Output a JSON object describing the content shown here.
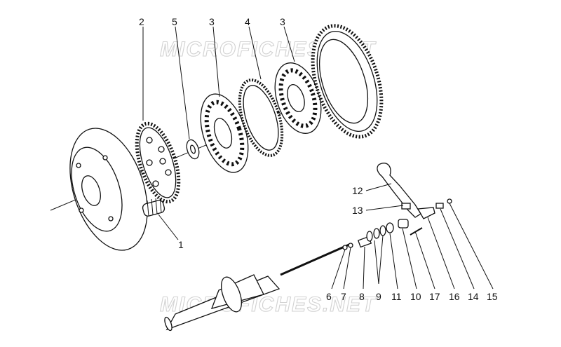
{
  "watermarks": [
    "MICROFICHES.NET",
    "MICROFICHES.NET"
  ],
  "callouts": {
    "c1": "1",
    "c2": "2",
    "c3a": "3",
    "c3b": "3",
    "c4": "4",
    "c5": "5",
    "c6": "6",
    "c7": "7",
    "c8": "8",
    "c9": "9",
    "c10": "10",
    "c11": "11",
    "c12": "12",
    "c13": "13",
    "c14": "14",
    "c15": "15",
    "c16": "16",
    "c17": "17"
  }
}
